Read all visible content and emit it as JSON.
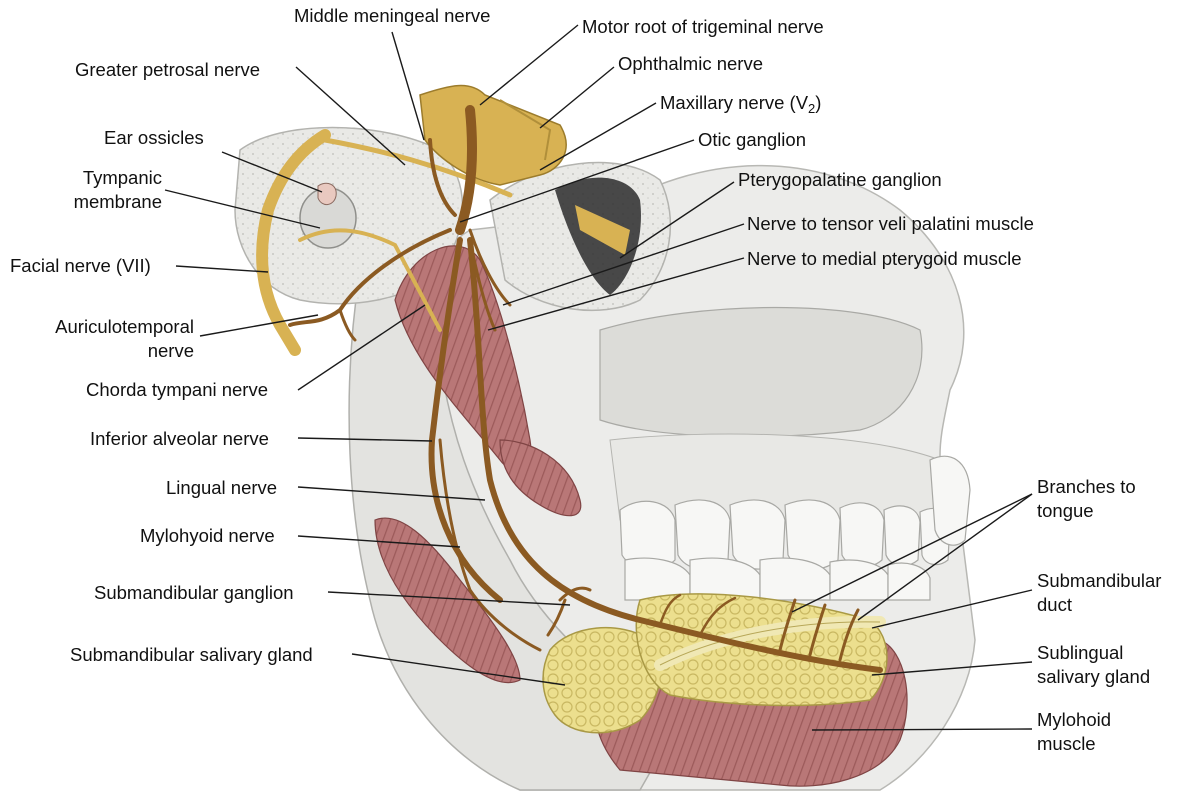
{
  "figure": {
    "labels": {
      "middle_meningeal_nerve": "Middle meningeal nerve",
      "motor_root_trigeminal": "Motor root of trigeminal nerve",
      "greater_petrosal_nerve": "Greater petrosal nerve",
      "ophthalmic_nerve": "Ophthalmic nerve",
      "maxillary_nerve": "Maxillary nerve (V",
      "maxillary_nerve_subscript": "2",
      "maxillary_nerve_close": ")",
      "ear_ossicles": "Ear ossicles",
      "otic_ganglion": "Otic ganglion",
      "tympanic_membrane_1": "Tympanic",
      "tympanic_membrane_2": "membrane",
      "pterygopalatine_ganglion": "Pterygopalatine ganglion",
      "nerve_tensor_veli": "Nerve to tensor veli palatini muscle",
      "facial_nerve": "Facial nerve (VII)",
      "nerve_medial_pterygoid": "Nerve to medial pterygoid muscle",
      "auriculotemporal_1": "Auriculotemporal",
      "auriculotemporal_2": "nerve",
      "chorda_tympani": "Chorda tympani nerve",
      "inferior_alveolar": "Inferior alveolar nerve",
      "lingual_nerve": "Lingual nerve",
      "branches_to_tongue_1": "Branches to",
      "branches_to_tongue_2": "tongue",
      "mylohyoid_nerve": "Mylohyoid nerve",
      "submandibular_ganglion": "Submandibular ganglion",
      "submandibular_duct_1": "Submandibular",
      "submandibular_duct_2": "duct",
      "submandibular_gland": "Submandibular salivary gland",
      "sublingual_gland_1": "Sublingual",
      "sublingual_gland_2": "salivary gland",
      "mylohoid_muscle_1": "Mylohoid",
      "mylohoid_muscle_2": "muscle"
    },
    "colors": {
      "nerve": "#8b5a22",
      "trigeminal_root": "#d8b253",
      "bone": "#e6e6e3",
      "bone_shadow": "#bfbfbb",
      "muscle": "#b97777",
      "gland": "#ecdf8e",
      "teeth": "#f6f6f4",
      "leader": "#1a1a1a"
    }
  }
}
